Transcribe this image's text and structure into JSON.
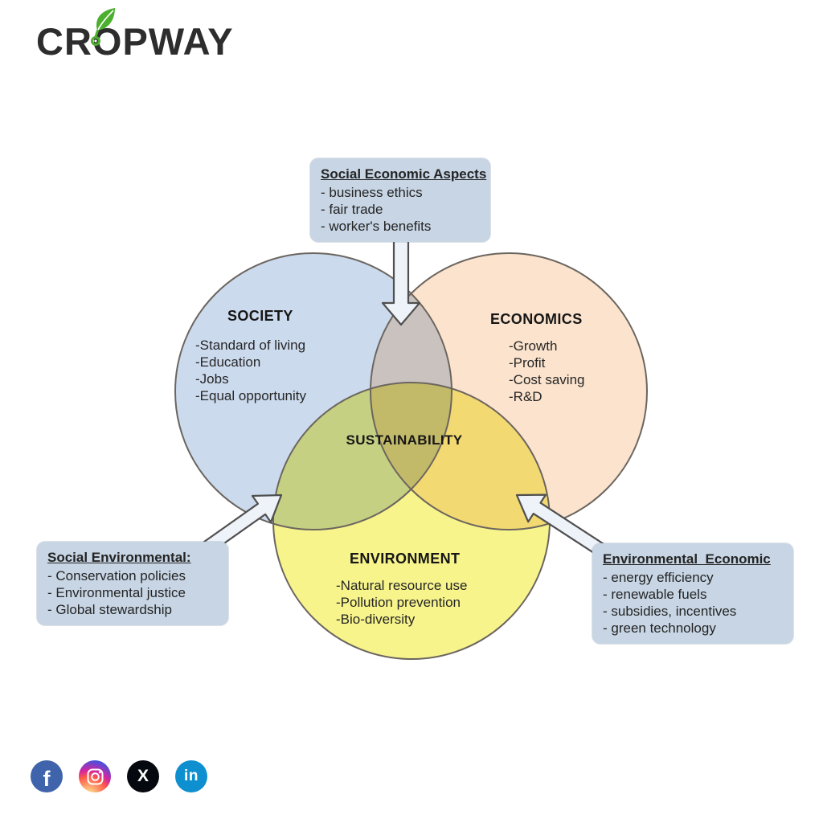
{
  "brand": {
    "name_pre": "CR",
    "name_o": "O",
    "name_post": "PWAY",
    "text_color": "#2d2d2d",
    "leaf_color": "#4caf2e"
  },
  "diagram": {
    "center_label": "SUSTAINABILITY",
    "stroke_color": "#6b655f",
    "arrow_fill": "#eef3f9",
    "box_color": "#c7d5e4",
    "circles": [
      {
        "id": "society",
        "title": "SOCIETY",
        "fill": "#ccdaee",
        "items": [
          "-Standard of living",
          "-Education",
          "-Jobs",
          "-Equal opportunity"
        ]
      },
      {
        "id": "economics",
        "title": "ECONOMICS",
        "fill": "#fbe3cd",
        "items": [
          "-Growth",
          "-Profit",
          "-Cost saving",
          "-R&D"
        ]
      },
      {
        "id": "environment",
        "title": "ENVIRONMENT",
        "fill": "#f7f48c",
        "items": [
          "-Natural resource use",
          "-Pollution prevention",
          "-Bio-diversity"
        ]
      }
    ],
    "callouts": [
      {
        "id": "social-economic",
        "title": "Social Economic Aspects",
        "items": [
          "- business ethics",
          "- fair trade",
          "- worker's benefits"
        ]
      },
      {
        "id": "social-environmental",
        "title": "Social Environmental:",
        "items": [
          "- Conservation policies",
          "- Environmental justice",
          "- Global stewardship"
        ]
      },
      {
        "id": "environmental-economic",
        "title": "Environmental  Economic",
        "items": [
          "- energy efficiency",
          "- renewable fuels",
          "- subsidies, incentives",
          "- green technology"
        ]
      }
    ]
  },
  "footer": {
    "social": [
      {
        "name": "facebook",
        "glyph": "f",
        "color": "#4064ac"
      },
      {
        "name": "instagram",
        "glyph": "",
        "color": "gradient"
      },
      {
        "name": "x",
        "glyph": "X",
        "color": "#05080f"
      },
      {
        "name": "linkedin",
        "glyph": "in",
        "color": "#0e8fd0"
      }
    ]
  }
}
